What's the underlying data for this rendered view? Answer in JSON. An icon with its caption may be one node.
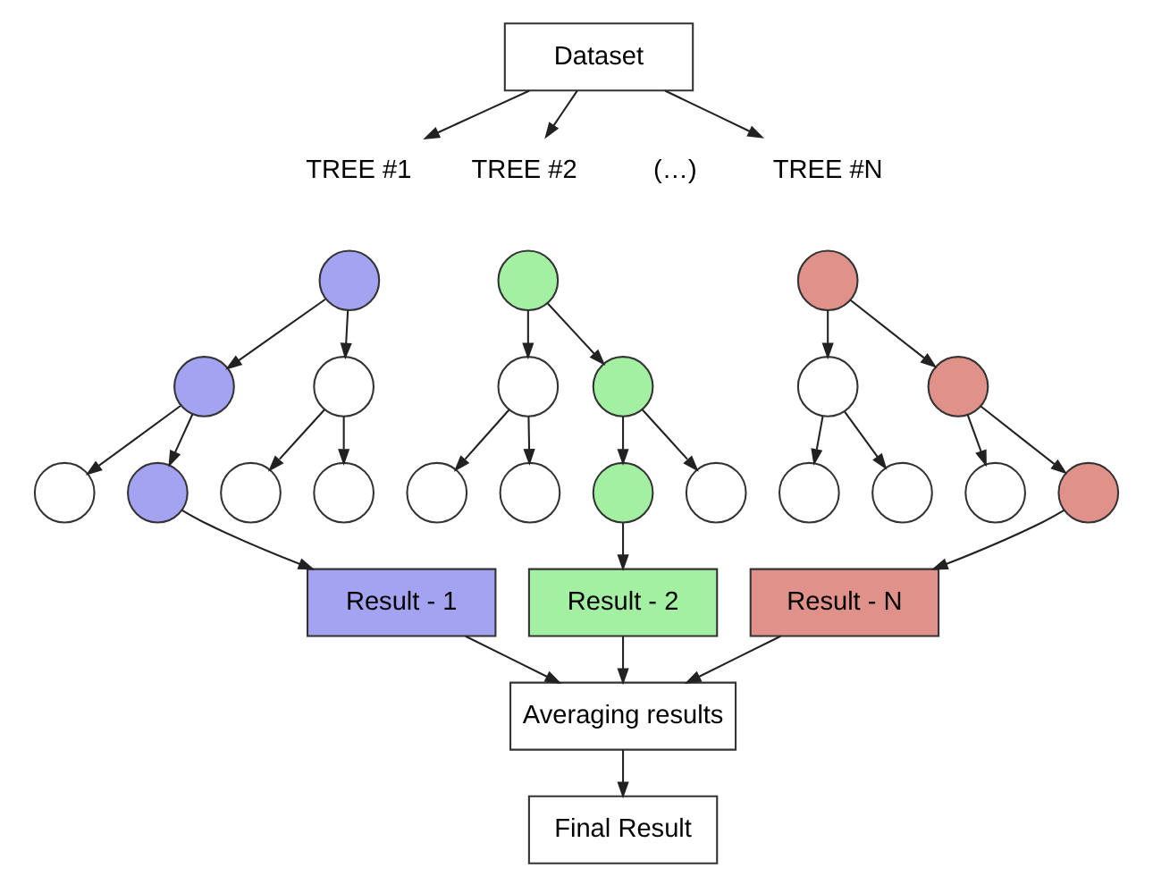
{
  "diagram": {
    "nodes": [
      {
        "text": [
          "Dataset"
        ]
      },
      {
        "text": [
          "TREE #1"
        ]
      },
      {
        "text": [
          "TREE #2"
        ]
      },
      {
        "text": [
          "TREE #N"
        ]
      },
      {
        "text": [],
        "shape": "circle"
      },
      {
        "text": [],
        "shape": "circle"
      },
      {
        "text": [],
        "shape": "circle"
      },
      {
        "text": [],
        "shape": "circle"
      },
      {
        "text": [],
        "shape": "circle"
      },
      {
        "text": [],
        "shape": "circle"
      },
      {
        "text": [],
        "shape": "circle"
      },
      {
        "text": [],
        "shape": "circle"
      },
      {
        "text": [],
        "shape": "circle"
      },
      {
        "text": [],
        "shape": "circle"
      },
      {
        "text": [],
        "shape": "circle"
      },
      {
        "text": [],
        "shape": "circle"
      },
      {
        "text": [],
        "shape": "circle"
      },
      {
        "text": [],
        "shape": "circle"
      },
      {
        "text": [],
        "shape": "circle"
      },
      {
        "text": [],
        "shape": "circle"
      },
      {
        "text": [],
        "shape": "circle"
      },
      {
        "text": [],
        "shape": "circle"
      },
      {
        "text": [],
        "shape": "circle"
      },
      {
        "text": [],
        "shape": "circle"
      },
      {
        "text": [],
        "shape": "circle"
      },
      {
        "text": [
          "Result - 1"
        ]
      },
      {
        "text": [
          "Result - 2"
        ]
      },
      {
        "text": [
          "Result - N"
        ]
      },
      {
        "text": [
          "Averaging results"
        ]
      },
      {
        "text": [
          "Final Result"
        ]
      }
    ],
    "edges": [
      {
        "from": 0,
        "to": 1,
        "arrow": "to"
      },
      {
        "from": 0,
        "to": 2,
        "arrow": "to"
      },
      {
        "from": 0,
        "to": 3,
        "arrow": "to"
      },
      {
        "from": 4,
        "to": 7,
        "arrow": "to"
      },
      {
        "from": 4,
        "to": 8,
        "arrow": "to"
      },
      {
        "from": 7,
        "to": 13,
        "arrow": "to"
      },
      {
        "from": 7,
        "to": 14,
        "arrow": "to"
      },
      {
        "from": 8,
        "to": 15,
        "arrow": "to"
      },
      {
        "from": 8,
        "to": 16,
        "arrow": "to"
      },
      {
        "from": 5,
        "to": 9,
        "arrow": "to"
      },
      {
        "from": 5,
        "to": 10,
        "arrow": "to"
      },
      {
        "from": 9,
        "to": 17,
        "arrow": "to"
      },
      {
        "from": 9,
        "to": 18,
        "arrow": "to"
      },
      {
        "from": 10,
        "to": 19,
        "arrow": "to"
      },
      {
        "from": 10,
        "to": 20,
        "arrow": "to"
      },
      {
        "from": 6,
        "to": 11,
        "arrow": "to"
      },
      {
        "from": 6,
        "to": 12,
        "arrow": "to"
      },
      {
        "from": 11,
        "to": 21,
        "arrow": "to"
      },
      {
        "from": 11,
        "to": 22,
        "arrow": "to"
      },
      {
        "from": 12,
        "to": 23,
        "arrow": "to"
      },
      {
        "from": 12,
        "to": 24,
        "arrow": "to"
      },
      {
        "from": 14,
        "to": 25,
        "arrow": "to"
      },
      {
        "from": 19,
        "to": 26,
        "arrow": "to"
      },
      {
        "from": 24,
        "to": 27,
        "arrow": "to"
      },
      {
        "from": 25,
        "to": 28,
        "arrow": "to"
      },
      {
        "from": 26,
        "to": 28,
        "arrow": "to"
      },
      {
        "from": 27,
        "to": 28,
        "arrow": "to"
      },
      {
        "from": 28,
        "to": 29,
        "arrow": "to"
      }
    ],
    "labels": [
      "(…)"
    ]
  }
}
